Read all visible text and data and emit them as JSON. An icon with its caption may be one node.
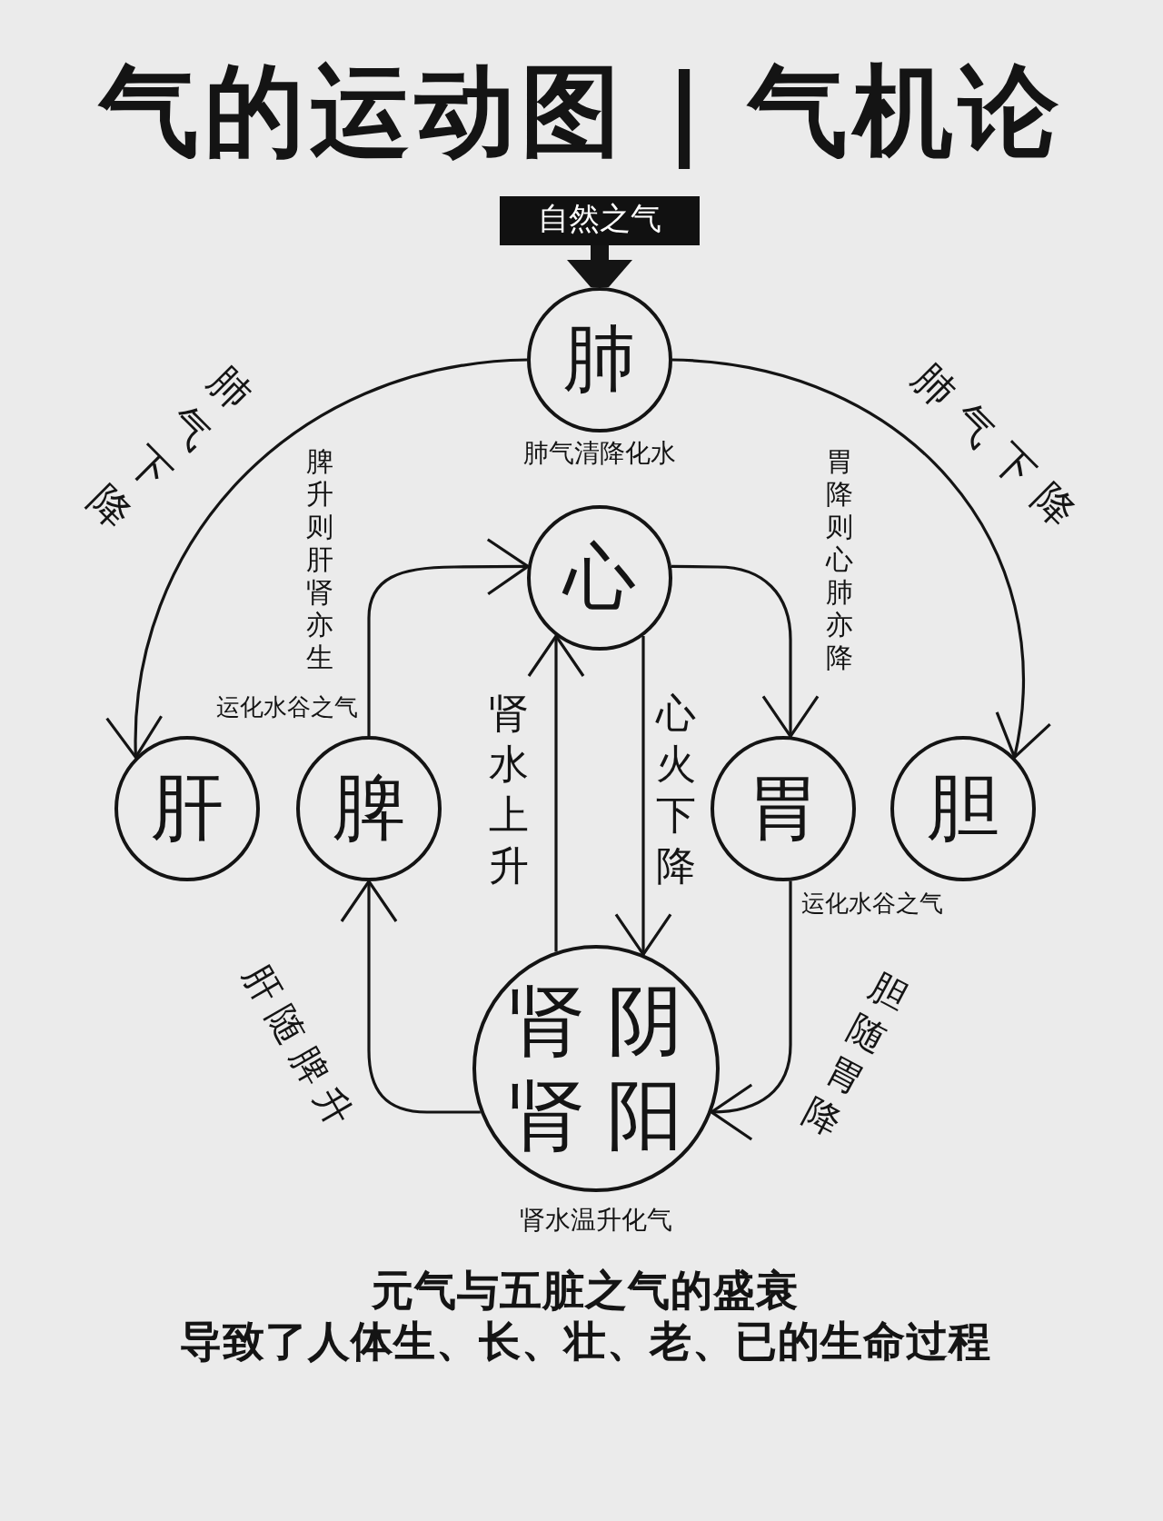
{
  "diagram": {
    "title": "气的运动图 | 气机论",
    "caption": "元气与五脏之气的盛衰导致了人体生、长、壮、老、已的生命过程",
    "nodes": [
      {
        "text": [
          "自然之气"
        ]
      },
      {
        "text": [
          "肺"
        ],
        "beside": [
          "肺气清降化水"
        ]
      },
      {
        "text": [
          "心"
        ]
      },
      {
        "text": [
          "肝"
        ]
      },
      {
        "text": [
          "脾"
        ],
        "beside": [
          "运化水谷之气"
        ]
      },
      {
        "text": [
          "胃"
        ],
        "beside": [
          "运化水谷之气"
        ]
      },
      {
        "text": [
          "胆"
        ]
      },
      {
        "text": [
          "肾阴",
          "肾阳"
        ],
        "beside": [
          "肾水温升化气"
        ]
      }
    ],
    "edges": [
      {
        "from": 0,
        "to": 1,
        "arrow": "to",
        "style": "thick"
      },
      {
        "from": 1,
        "to": 3,
        "arrow": "to",
        "label": "肺气下降"
      },
      {
        "from": 1,
        "to": 6,
        "arrow": "to",
        "label": "肺气下降"
      },
      {
        "from": 4,
        "to": 2,
        "arrow": "to",
        "label": "脾升则肝肾亦生"
      },
      {
        "from": 2,
        "to": 5,
        "arrow": "to",
        "label": "胃降则心肺亦降"
      },
      {
        "from": 7,
        "to": 2,
        "arrow": "to",
        "label": "肾水上升"
      },
      {
        "from": 2,
        "to": 7,
        "arrow": "to",
        "label": "心火下降"
      },
      {
        "from": 7,
        "to": 4,
        "arrow": "to",
        "label": "肝随脾升"
      },
      {
        "from": 5,
        "to": 7,
        "arrow": "to",
        "label": "胆随胃降"
      }
    ]
  }
}
